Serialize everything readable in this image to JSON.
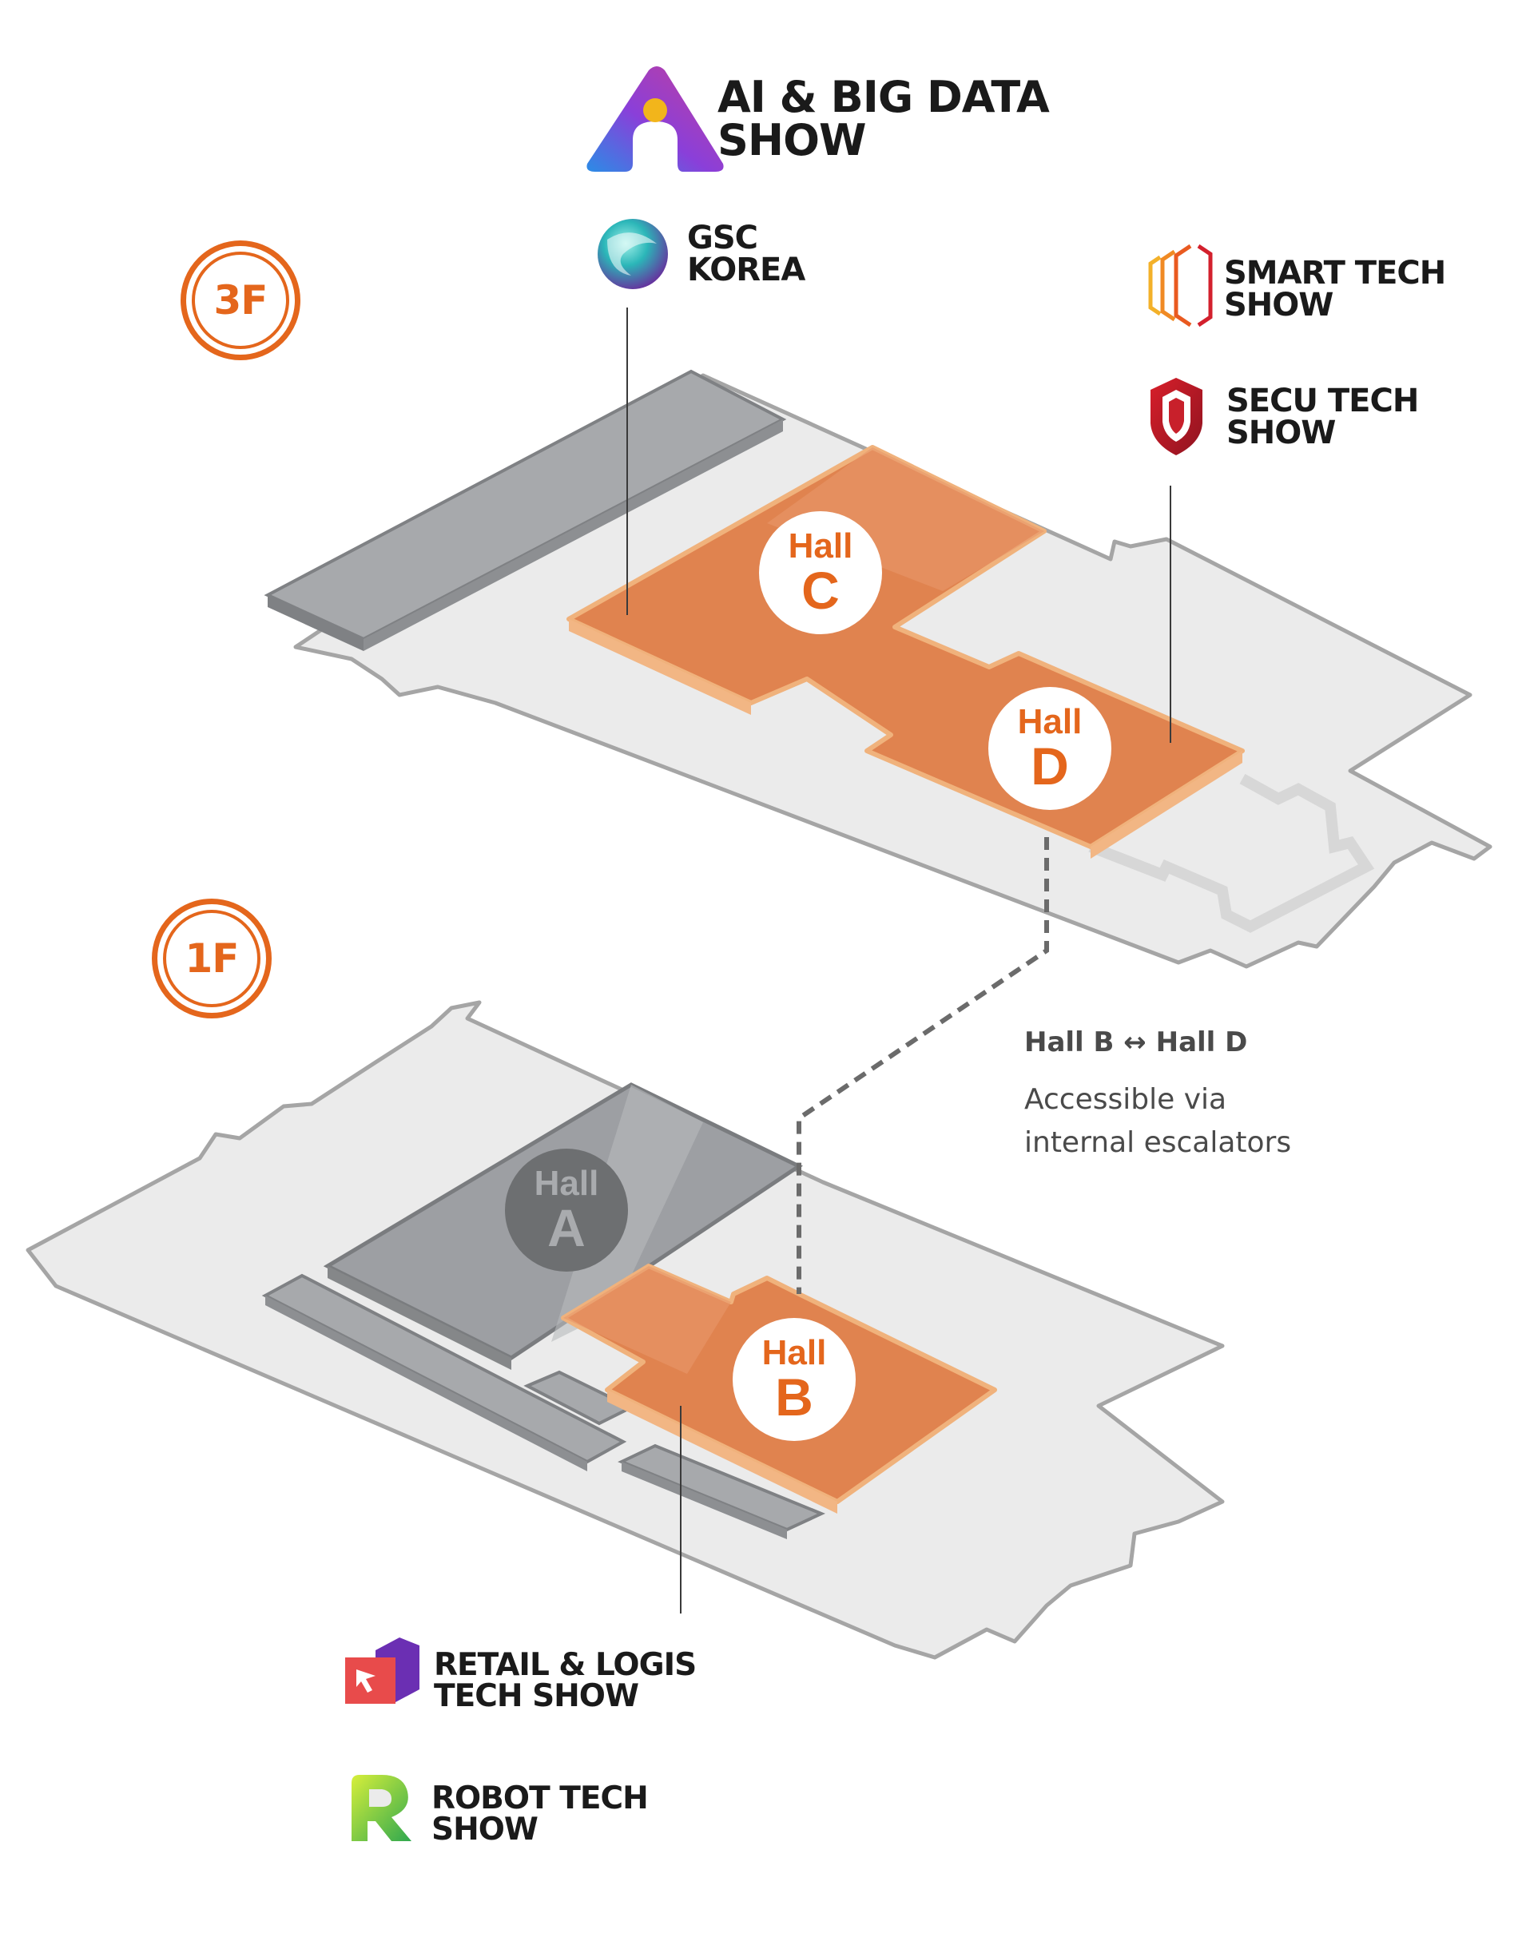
{
  "floors": {
    "upper": "3F",
    "lower": "1F"
  },
  "halls": {
    "c": {
      "word": "Hall",
      "letter": "C"
    },
    "d": {
      "word": "Hall",
      "letter": "D"
    },
    "a": {
      "word": "Hall",
      "letter": "A"
    },
    "b": {
      "word": "Hall",
      "letter": "B"
    }
  },
  "shows": {
    "ai_big_data": {
      "line1": "AI & BIG DATA",
      "line2": "SHOW"
    },
    "gsc_korea": {
      "line1": "GSC",
      "line2": "KOREA"
    },
    "smart_tech": {
      "line1": "SMART TECH",
      "line2": "SHOW"
    },
    "secu_tech": {
      "line1": "SECU TECH",
      "line2": "SHOW"
    },
    "retail_logis": {
      "line1": "RETAIL & LOGIS",
      "line2": "TECH SHOW"
    },
    "robot_tech": {
      "line1": "ROBOT TECH",
      "line2": "SHOW"
    }
  },
  "connection": {
    "title": "Hall B ↔ Hall D",
    "line1": "Accessible via",
    "line2": "internal escalators"
  },
  "colors": {
    "accent": "#e4661c",
    "hall_orange": "#e0834f",
    "hall_gray": "#9d9fa3",
    "floor_fill": "#ebebeb",
    "floor_outline": "#a5a5a5"
  }
}
